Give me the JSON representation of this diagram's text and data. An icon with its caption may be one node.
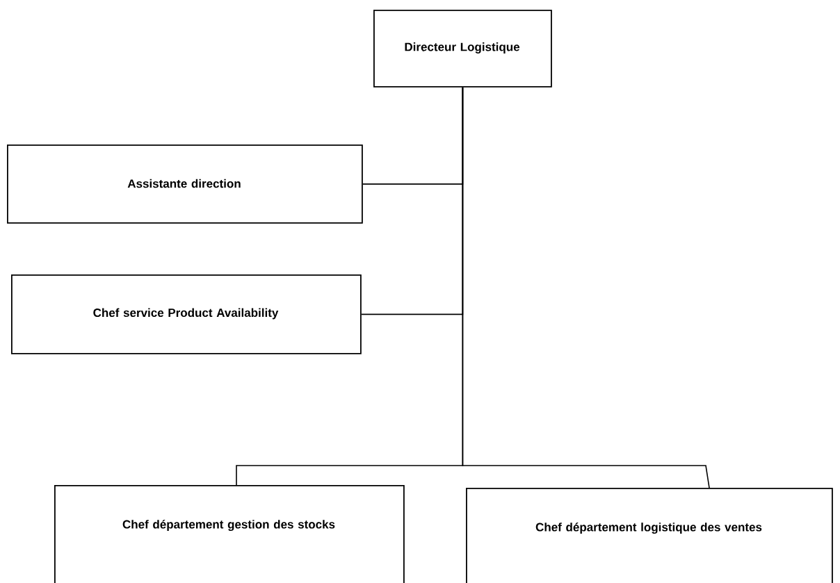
{
  "diagram": {
    "nodes": [
      {
        "text": [
          "Directeur Logistique"
        ]
      },
      {
        "text": [
          "Assistante direction"
        ]
      },
      {
        "text": [
          "Chef service Product Availability"
        ]
      },
      {
        "text": [
          "Chef département gestion des stocks"
        ]
      },
      {
        "text": [
          "Chef département logistique des ventes"
        ]
      }
    ],
    "edges": [
      {
        "from": 0,
        "to": 1,
        "arrow": "none"
      },
      {
        "from": 0,
        "to": 2,
        "arrow": "none"
      },
      {
        "from": 0,
        "to": 3,
        "arrow": "none"
      },
      {
        "from": 0,
        "to": 4,
        "arrow": "none"
      }
    ]
  }
}
